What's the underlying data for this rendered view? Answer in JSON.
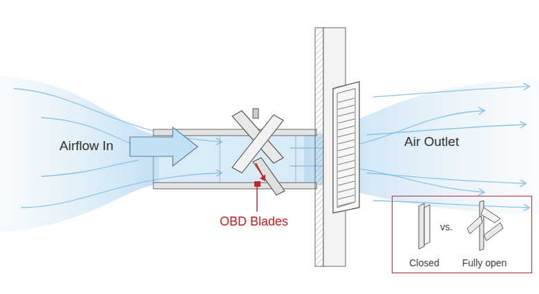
{
  "diagram": {
    "nodes": [
      {
        "text": [
          "Closed",
          "vs.",
          "Fully open"
        ]
      }
    ],
    "labels": [
      "Airflow In",
      "Air Outlet",
      "OBD Blades"
    ]
  }
}
